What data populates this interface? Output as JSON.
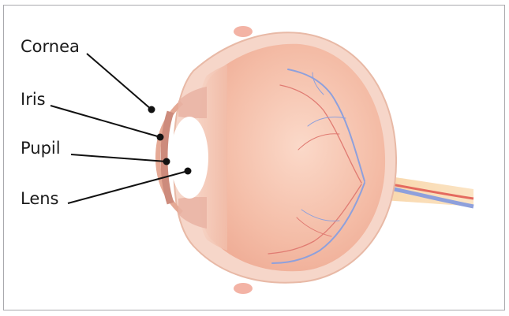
{
  "labels": {
    "cornea": "Cornea",
    "iris": "Iris",
    "pupil": "Pupil",
    "lens": "Lens"
  },
  "colors": {
    "border": "#a9a9ad",
    "sclera": "#f2c6b4",
    "vitreous": "#f6c8b6",
    "iris_band": "#cf8f80",
    "vein": "#7f95d6",
    "artery": "#e0564f",
    "nerve": "#f6d2a6",
    "leader": "#111111"
  }
}
